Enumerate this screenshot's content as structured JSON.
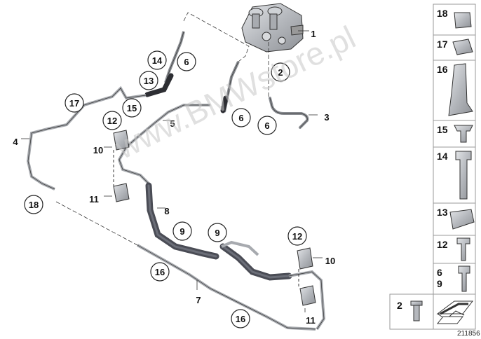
{
  "callouts": [
    {
      "id": "c1",
      "num": "1"
    },
    {
      "id": "c2",
      "num": "2"
    },
    {
      "id": "c3",
      "num": "3"
    },
    {
      "id": "c4",
      "num": "4"
    },
    {
      "id": "c5",
      "num": "5"
    },
    {
      "id": "c6a",
      "num": "6"
    },
    {
      "id": "c6b",
      "num": "6"
    },
    {
      "id": "c6c",
      "num": "6"
    },
    {
      "id": "c7",
      "num": "7"
    },
    {
      "id": "c8",
      "num": "8"
    },
    {
      "id": "c9a",
      "num": "9"
    },
    {
      "id": "c9b",
      "num": "9"
    },
    {
      "id": "c10a",
      "num": "10"
    },
    {
      "id": "c10b",
      "num": "10"
    },
    {
      "id": "c11a",
      "num": "11"
    },
    {
      "id": "c11b",
      "num": "11"
    },
    {
      "id": "c12a",
      "num": "12"
    },
    {
      "id": "c12b",
      "num": "12"
    },
    {
      "id": "c13",
      "num": "13"
    },
    {
      "id": "c14",
      "num": "14"
    },
    {
      "id": "c15",
      "num": "15"
    },
    {
      "id": "c16a",
      "num": "16"
    },
    {
      "id": "c16b",
      "num": "16"
    },
    {
      "id": "c17",
      "num": "17"
    },
    {
      "id": "c18",
      "num": "18"
    }
  ],
  "parts_panel": [
    {
      "id": "p18",
      "num": "18"
    },
    {
      "id": "p17",
      "num": "17"
    },
    {
      "id": "p16",
      "num": "16"
    },
    {
      "id": "p15",
      "num": "15"
    },
    {
      "id": "p14",
      "num": "14"
    },
    {
      "id": "p13",
      "num": "13"
    },
    {
      "id": "p12",
      "num": "12"
    },
    {
      "id": "p6",
      "num": "6"
    },
    {
      "id": "p9",
      "num": "9"
    },
    {
      "id": "p2",
      "num": "2"
    }
  ],
  "watermark": "www.BMWstore.pl",
  "diagram_id": "211856",
  "colors": {
    "line": "#333333",
    "part": "#b9bcc0",
    "hose": "#4a4c55",
    "panel_bg": "#ffffff",
    "watermark": "#c8c8c8"
  }
}
